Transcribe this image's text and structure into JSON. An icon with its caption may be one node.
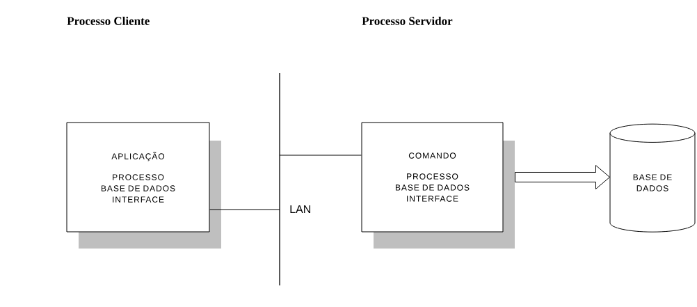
{
  "diagram": {
    "nodes": [
      {
        "text": [
          "APLICAÇÃO",
          "PROCESSO BASE DE DADOS INTERFACE"
        ]
      },
      {
        "text": [],
        "shape": "bar",
        "beside": [
          "LAN"
        ]
      },
      {
        "text": [
          "COMANDO",
          "PROCESSO BASE DE DADOS INTERFACE"
        ]
      },
      {
        "text": [
          "BASE DE DADOS"
        ]
      }
    ],
    "edges": [
      {
        "from": 0,
        "to": 1,
        "arrow": "none"
      },
      {
        "from": 1,
        "to": 2,
        "arrow": "none"
      },
      {
        "from": 2,
        "to": 3,
        "arrow": "to",
        "style": "thick"
      }
    ],
    "labels": [
      "Processo Cliente",
      "Processo Servidor"
    ]
  }
}
